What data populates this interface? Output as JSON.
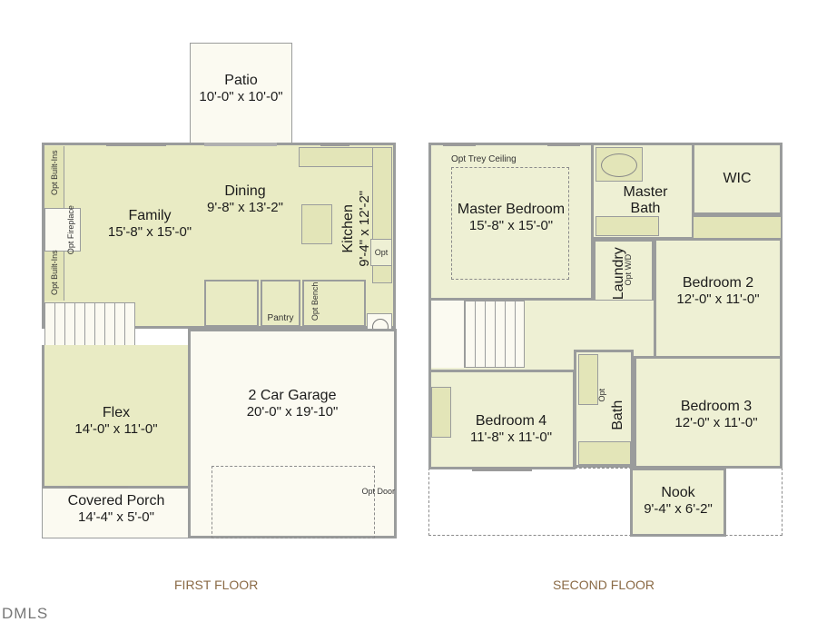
{
  "first_floor": {
    "caption": "FIRST FLOOR",
    "rooms": {
      "patio": {
        "name": "Patio",
        "dims": "10'-0\" x 10'-0\""
      },
      "dining": {
        "name": "Dining",
        "dims": "9'-8\" x 13'-2\""
      },
      "family": {
        "name": "Family",
        "dims": "15'-8\" x 15'-0\""
      },
      "kitchen": {
        "name": "Kitchen",
        "dims": "9'-4\" x 12'-2\""
      },
      "flex": {
        "name": "Flex",
        "dims": "14'-0\" x 11'-0\""
      },
      "garage": {
        "name": "2 Car Garage",
        "dims": "20'-0\" x 19'-10\""
      },
      "porch": {
        "name": "Covered Porch",
        "dims": "14'-4\" x 5'-0\""
      }
    },
    "notes": {
      "builtins_top": "Opt Built-Ins",
      "builtins_bottom": "Opt Built-Ins",
      "fireplace": "Opt Fireplace",
      "pantry": "Pantry",
      "bench": "Opt Bench",
      "kitchen_opt": "Opt",
      "garage_door": "Opt Door"
    }
  },
  "second_floor": {
    "caption": "SECOND FLOOR",
    "rooms": {
      "master_bedroom": {
        "name": "Master Bedroom",
        "dims": "15'-8\" x 15'-0\""
      },
      "master_bath": {
        "name": "Master Bath"
      },
      "wic": {
        "name": "WIC"
      },
      "laundry": {
        "name": "Laundry"
      },
      "bedroom2": {
        "name": "Bedroom 2",
        "dims": "12'-0\" x 11'-0\""
      },
      "bedroom3": {
        "name": "Bedroom 3",
        "dims": "12'-0\" x 11'-0\""
      },
      "bedroom4": {
        "name": "Bedroom 4",
        "dims": "11'-8\" x 11'-0\""
      },
      "bath": {
        "name": "Bath"
      },
      "nook": {
        "name": "Nook",
        "dims": "9'-4\" x 6'-2\""
      }
    },
    "notes": {
      "trey": "Opt Trey Ceiling",
      "wd": "Opt W/D",
      "bath_opt": "Opt"
    }
  },
  "watermark": "DMLS"
}
